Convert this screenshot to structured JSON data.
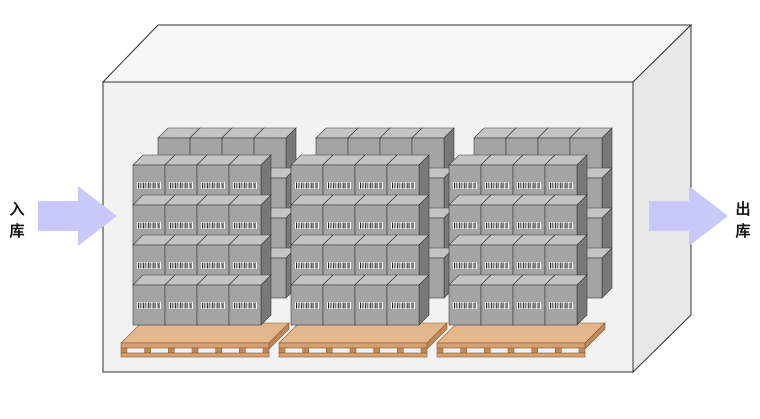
{
  "labels": {
    "inbound": [
      "入",
      "库"
    ],
    "outbound": [
      "出",
      "库"
    ]
  },
  "colors": {
    "arrow": "#c9c8fa",
    "room_front": "#f2f2f2",
    "room_top": "#f7f7f7",
    "room_side": "#e8e8e8",
    "room_stroke": "#333333",
    "box_front": "#a4a4a4",
    "box_top": "#c4c4c4",
    "box_side": "#787878",
    "box_stroke": "#3a3a3a",
    "pallet_top": "#e3b68b",
    "pallet_board": "#d6a070",
    "pallet_block": "#bf8a58"
  },
  "icons": [
    "inbound-arrow-icon",
    "outbound-arrow-icon",
    "barcode-icon"
  ],
  "pallet_groups": 3,
  "boxes_per_pallet": {
    "columns": 4,
    "rows": 4,
    "depth": 2
  }
}
